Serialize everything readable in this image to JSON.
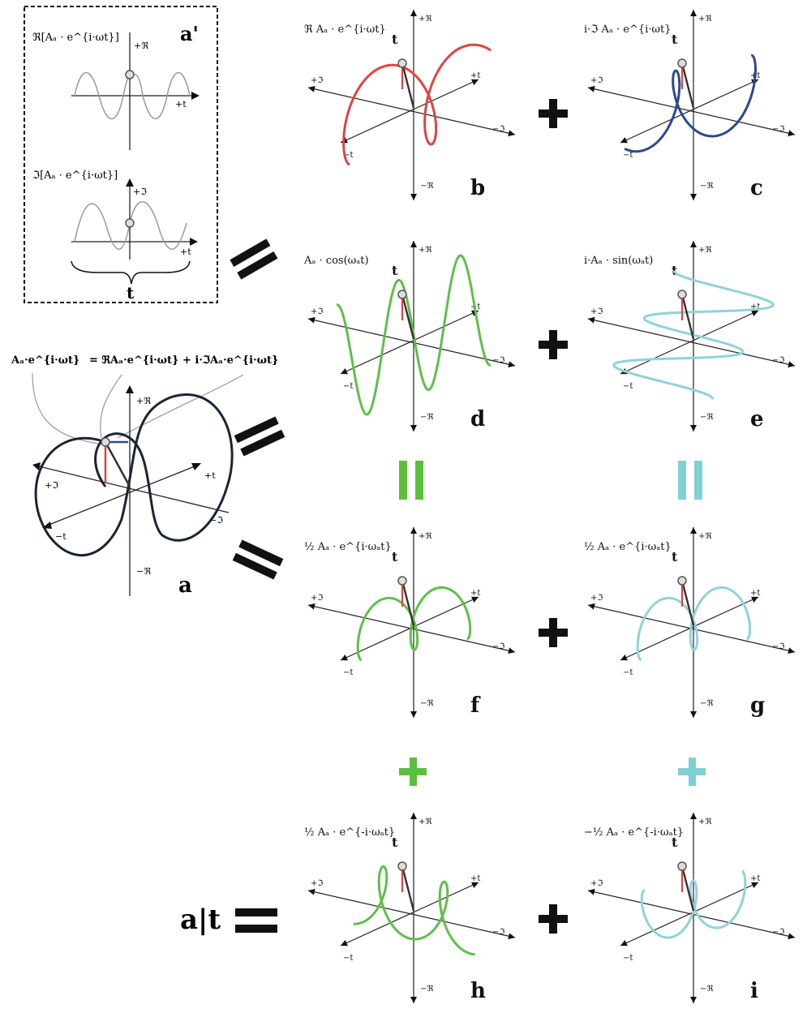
{
  "colors": {
    "ink": "#111111",
    "axis": "#222222",
    "red": "#dd4444",
    "blue": "#2d4a8c",
    "green": "#5fbf4a",
    "cyan": "#8fd3d8",
    "gray": "#9a9a9a",
    "plusGreen": "#5bbf3a",
    "plusCyan": "#7fd0d5",
    "dark": "#1a2433"
  },
  "inset": {
    "label": "a'",
    "top_formula": "ℜ[Aₐ · e^{i·ωt}]",
    "bottom_formula": "ℑ[Aₐ · e^{i·ωt}]",
    "top_axis": "+ℜ",
    "top_t": "+t",
    "bottom_axis": "+ℑ",
    "bottom_t": "+t",
    "brace_label": "t"
  },
  "panel_a": {
    "equation_lhs": "Aₐ·e^{i·ωt}",
    "equation_mid": "= ℜAₐ·e^{i·ωt}",
    "equation_rhs": "+ i·ℑAₐ·e^{i·ωt}",
    "letter": "a"
  },
  "panels": {
    "b": {
      "formula": "ℜ Aₐ · e^{i·ωt}",
      "letter": "b"
    },
    "c": {
      "formula": "i·ℑ Aₐ · e^{i·ωt}",
      "letter": "c"
    },
    "d": {
      "formula": "Aₐ · cos(ωₐt)",
      "letter": "d"
    },
    "e": {
      "formula": "i·Aₐ · sin(ωₐt)",
      "letter": "e"
    },
    "f": {
      "formula": "½ Aₐ · e^{i·ωₐt}",
      "letter": "f"
    },
    "g": {
      "formula": "½ Aₐ · e^{i·ωₐt}",
      "letter": "g"
    },
    "h": {
      "formula": "½ Aₐ · e^{-i·ωₐt}",
      "letter": "h"
    },
    "i": {
      "formula": "−½ Aₐ · e^{-i·ωₐt}",
      "letter": "i"
    }
  },
  "axis_labels": {
    "plus_re": "+ℜ",
    "minus_re": "−ℜ",
    "plus_im": "+ℑ",
    "minus_im": "−ℑ",
    "plus_t": "+t",
    "minus_t": "−t"
  },
  "operators": {
    "plus": "+",
    "equals": "=",
    "parallel": "||"
  },
  "bottom_left_label": "a|t"
}
